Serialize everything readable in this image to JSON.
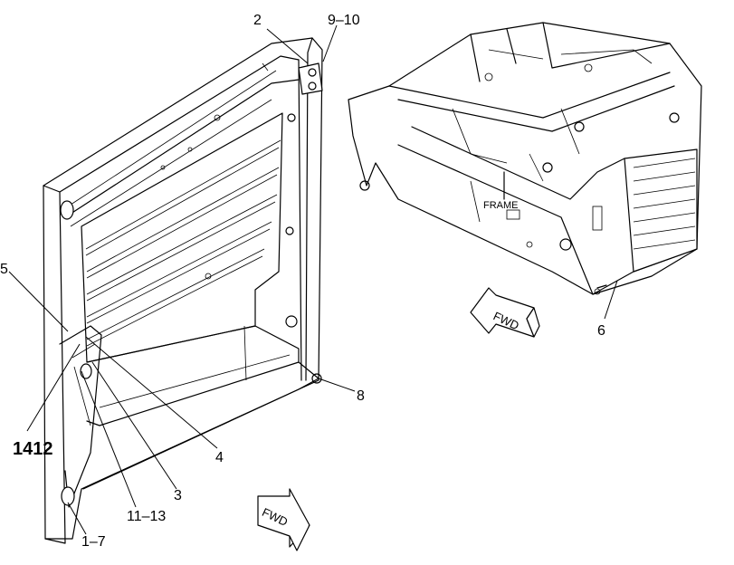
{
  "callouts": {
    "c2": "2",
    "c9_10": "9–10",
    "c5": "5",
    "c1412": "1412",
    "c4": "4",
    "c3": "3",
    "c11_13": "11–13",
    "c1_7": "1–7",
    "c8": "8",
    "c6": "6"
  },
  "frame_label": "FRAME",
  "fwd_left": "FWD",
  "fwd_right": "FWD"
}
